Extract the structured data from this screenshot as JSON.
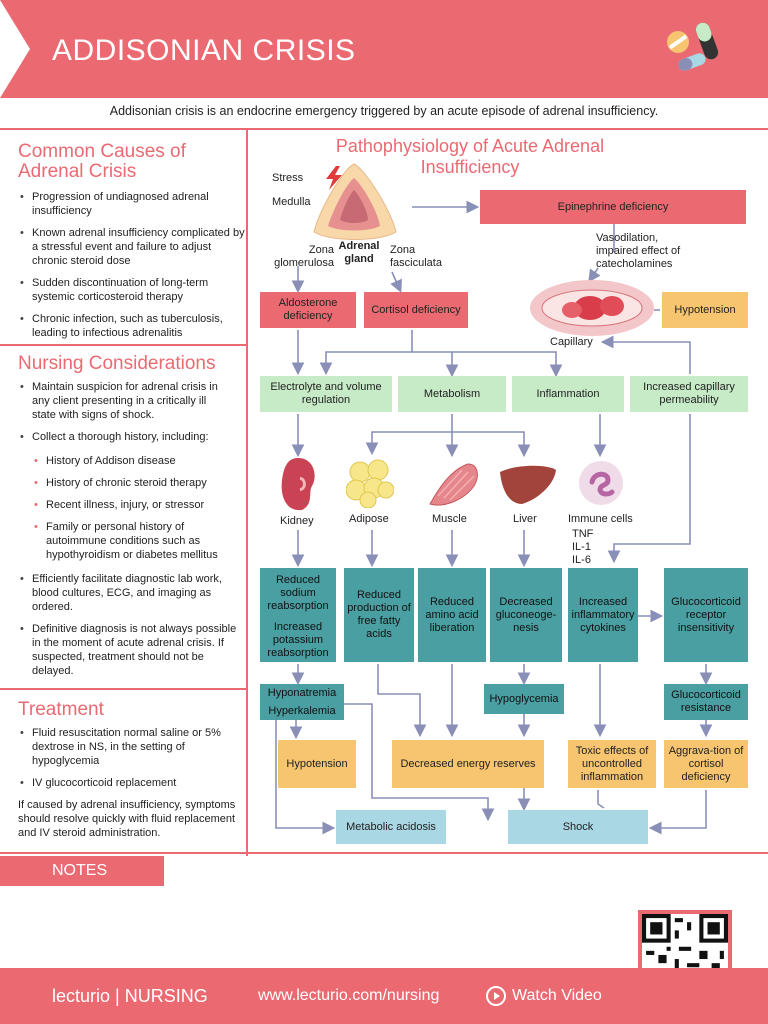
{
  "header": {
    "title": "ADDISONIAN CRISIS"
  },
  "intro": "Addisonian crisis is an endocrine emergency triggered by an acute episode of adrenal insufficiency.",
  "causes": {
    "title": "Common Causes of Adrenal Crisis",
    "items": [
      "Progression of undiagnosed adrenal insufficiency",
      "Known adrenal insufficiency complicated by a stressful event and failure to adjust chronic steroid dose",
      "Sudden discontinuation of long-term systemic corticosteroid therapy",
      "Chronic infection, such as tuberculosis, leading to infectious adrenalitis"
    ]
  },
  "nursing": {
    "title": "Nursing Considerations",
    "items": [
      "Maintain suspicion for adrenal crisis in any client presenting in a critically ill state with signs of shock.",
      "Collect a thorough history, including:"
    ],
    "sub": [
      "History of Addison disease",
      "History of chronic steroid therapy",
      "Recent illness, injury, or stressor",
      "Family or personal history of autoimmune conditions such as hypothyroidism or diabetes mellitus"
    ],
    "items2": [
      "Efficiently facilitate diagnostic lab work, blood cultures, ECG, and imaging as ordered.",
      "Definitive diagnosis is not always possible in the moment of acute adrenal crisis. If suspected, treatment should not be delayed."
    ]
  },
  "treatment": {
    "title": "Treatment",
    "items": [
      "Fluid resuscitation normal saline or 5% dextrose in NS, in the setting of hypoglycemia",
      "IV glucocorticoid replacement"
    ],
    "note": "If caused by adrenal insufficiency, symptoms should resolve quickly with fluid replacement and IV steroid administration."
  },
  "notes_label": "NOTES",
  "footer": {
    "brand": "lecturio | NURSING",
    "url": "www.lecturio.com/nursing",
    "watch": "Watch Video"
  },
  "diagram": {
    "title": "Pathophysiology of Acute Adrenal Insufficiency",
    "labels": {
      "stress": "Stress",
      "medulla": "Medulla",
      "zona_g": "Zona glomerulosa",
      "adrenal": "Adrenal gland",
      "zona_f": "Zona fasciculata",
      "vaso": "Vasodilation, impaired effect of catecholamines",
      "capillary": "Capillary",
      "kidney": "Kidney",
      "adipose": "Adipose",
      "muscle": "Muscle",
      "liver": "Liver",
      "immune": "Immune cells",
      "cytokines": "TNF\nIL-1\nIL-6"
    },
    "boxes": {
      "epi": "Epinephrine deficiency",
      "hypotension1": "Hypotension",
      "aldo": "Aldosterone deficiency",
      "cortisol": "Cortisol deficiency",
      "electro": "Electrolyte and volume regulation",
      "metab": "Metabolism",
      "inflam": "Inflammation",
      "cap_perm": "Increased capillary permeability",
      "sodium": "Reduced sodium reabsorption",
      "potassium": "Increased potassium reabsorption",
      "fatty": "Reduced production of free fatty acids",
      "amino": "Reduced amino acid liberation",
      "gluco": "Decreased gluconeoge-nesis",
      "cytok": "Increased inflammatory cytokines",
      "receptor": "Glucocorticoid receptor insensitivity",
      "hypona": "Hyponatremia",
      "hyperk": "Hyperkalemia",
      "hypogly": "Hypoglycemia",
      "gc_res": "Glucocorticoid resistance",
      "hypotension2": "Hypotension",
      "energy": "Decreased energy reserves",
      "toxic": "Toxic effects of uncontrolled inflammation",
      "aggrav": "Aggrava-tion of cortisol deficiency",
      "acidosis": "Metabolic acidosis",
      "shock": "Shock"
    }
  },
  "colors": {
    "accent": "#eb6a72",
    "green": "#c7ebc6",
    "teal": "#4a9fa2",
    "yellow": "#f7c56f",
    "blue": "#a9d7e4"
  }
}
